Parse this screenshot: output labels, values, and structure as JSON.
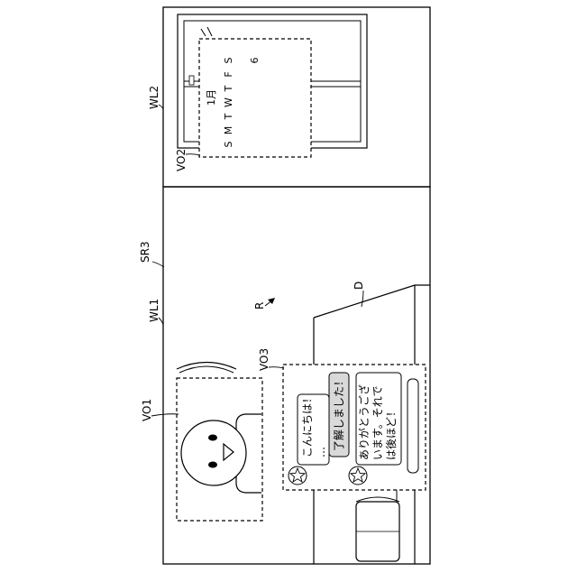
{
  "labels": {
    "sr3": "SR3",
    "wl1": "WL1",
    "wl2": "WL2",
    "vo1": "VO1",
    "vo2": "VO2",
    "vo3": "VO3",
    "r": "R",
    "d": "D"
  },
  "calendar": {
    "month": "1月",
    "weekdays": [
      "S",
      "M",
      "T",
      "W",
      "T",
      "F",
      "S"
    ],
    "weeks": [
      [
        "",
        "",
        "",
        "",
        "",
        "",
        ""
      ],
      [
        "",
        "",
        "",
        "",
        "",
        "",
        "6"
      ],
      [
        "",
        "",
        "",
        "",
        "",
        "",
        ""
      ],
      [
        "",
        "",
        "",
        "",
        "",
        "",
        ""
      ],
      [
        "",
        "",
        "",
        "",
        "",
        "",
        ""
      ]
    ]
  },
  "chat": {
    "messages": [
      {
        "lines": [
          "こんにちは！",
          "…"
        ]
      },
      {
        "lines": [
          "了解しました！"
        ]
      },
      {
        "lines": [
          "ありがとうござ",
          "います。それで",
          "は後ほど！"
        ]
      }
    ]
  }
}
